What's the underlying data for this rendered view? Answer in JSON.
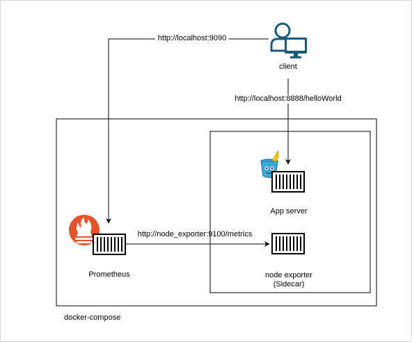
{
  "client": {
    "label": "client"
  },
  "connections": {
    "prometheus_to_client": "http://localhost:9090",
    "client_to_app": "http://localhost:8888/helloWorld",
    "prometheus_to_exporter": "http://node_exporter:9100/metrics"
  },
  "services": {
    "app_server": "App server",
    "node_exporter": "node exporter",
    "node_exporter_note": "(Sidecar)",
    "prometheus": "Prometheus"
  },
  "groups": {
    "compose": "docker-compose"
  },
  "icons": {
    "client": "user-computer-icon",
    "app_logo": "iris-bucket-icon",
    "prometheus_logo": "prometheus-torch-icon",
    "container": "container-icon"
  },
  "colors": {
    "client_icon": "#1d5a7a",
    "prometheus": "#e6522c",
    "bucket_blue": "#39a7d9",
    "bucket_yellow": "#f5c518",
    "line": "#000000"
  }
}
